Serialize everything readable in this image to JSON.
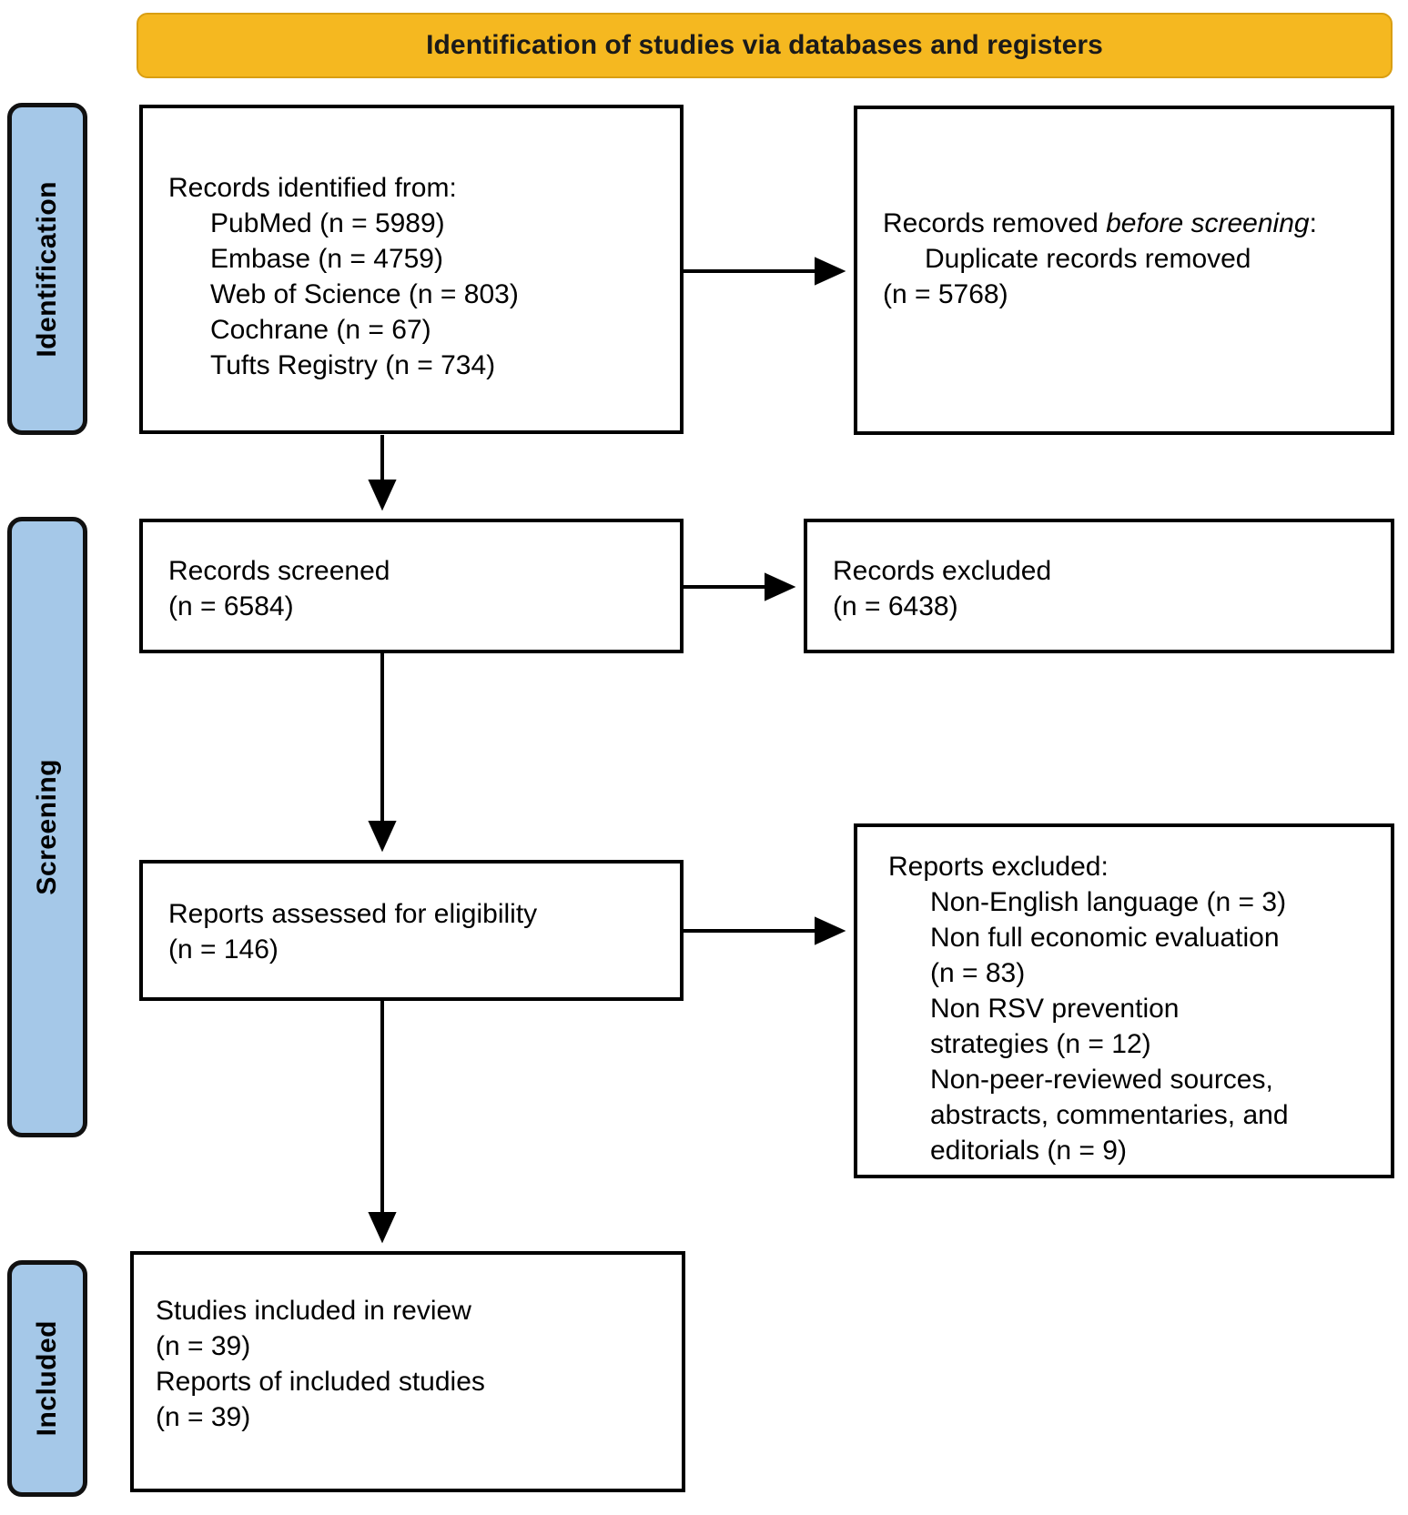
{
  "banner": {
    "title": "Identification of studies via databases and registers"
  },
  "stages": [
    {
      "id": "identification",
      "label": "Identification"
    },
    {
      "id": "screening",
      "label": "Screening"
    },
    {
      "id": "included",
      "label": "Included"
    }
  ],
  "boxes": {
    "identified": {
      "name": "records-identified-box",
      "lines": [
        {
          "text": "Records identified from:",
          "indent": false
        },
        {
          "text": "PubMed (n = 5989)",
          "indent": true
        },
        {
          "text": "Embase (n = 4759)",
          "indent": true
        },
        {
          "text": "Web of Science (n = 803)",
          "indent": true
        },
        {
          "text": "Cochrane (n = 67)",
          "indent": true
        },
        {
          "text": "Tufts Registry (n = 734)",
          "indent": true
        }
      ]
    },
    "removed": {
      "name": "records-removed-box",
      "lead_plain": "Records removed ",
      "lead_italic": "before screening",
      "lead_tail": ":",
      "lines": [
        {
          "text": "Duplicate records removed",
          "indent": true
        },
        {
          "text": "(n = 5768)",
          "indent": true
        }
      ]
    },
    "screened": {
      "name": "records-screened-box",
      "lines": [
        {
          "text": "Records screened",
          "indent": false
        },
        {
          "text": "(n = 6584)",
          "indent": false
        }
      ]
    },
    "excluded_records": {
      "name": "records-excluded-box",
      "lines": [
        {
          "text": "Records excluded",
          "indent": false
        },
        {
          "text": "(n = 6438)",
          "indent": false
        }
      ]
    },
    "eligibility": {
      "name": "reports-eligibility-box",
      "lines": [
        {
          "text": "Reports assessed for eligibility",
          "indent": false
        },
        {
          "text": "(n = 146)",
          "indent": false
        }
      ]
    },
    "excluded_reports": {
      "name": "reports-excluded-box",
      "lines": [
        {
          "text": "Reports excluded:",
          "indent": false
        },
        {
          "text": "Non-English language (n = 3)",
          "indent": true
        },
        {
          "text": "Non full economic evaluation",
          "indent": true
        },
        {
          "text": "(n = 83)",
          "indent": true
        },
        {
          "text": "Non RSV prevention",
          "indent": true
        },
        {
          "text": "strategies (n = 12)",
          "indent": true
        },
        {
          "text": "Non-peer-reviewed sources,",
          "indent": true
        },
        {
          "text": "abstracts, commentaries, and",
          "indent": true
        },
        {
          "text": "editorials (n = 9)",
          "indent": true
        }
      ]
    },
    "included": {
      "name": "studies-included-box",
      "lines": [
        {
          "text": "Studies included in review",
          "indent": false
        },
        {
          "text": "(n = 39)",
          "indent": false
        },
        {
          "text": "Reports of included studies",
          "indent": false
        },
        {
          "text": "(n = 39)",
          "indent": false
        }
      ]
    }
  },
  "counts": {
    "pubmed": 5989,
    "embase": 4759,
    "web_of_science": 803,
    "cochrane": 67,
    "tufts_registry": 734,
    "duplicates_removed": 5768,
    "records_screened": 6584,
    "records_excluded": 6438,
    "reports_assessed": 146,
    "excluded_non_english": 3,
    "excluded_non_full_economic": 83,
    "excluded_non_rsv": 12,
    "excluded_non_peer_reviewed": 9,
    "studies_included": 39,
    "reports_of_included_studies": 39
  },
  "colors": {
    "banner_fill": "#F5B820",
    "banner_border": "#D99E12",
    "stage_fill": "#A5C8E8",
    "stage_border": "#111111",
    "box_border": "#000000",
    "background": "#FFFFFF"
  },
  "arrows": [
    {
      "name": "identified-to-removed",
      "direction": "right"
    },
    {
      "name": "identified-to-screened",
      "direction": "down"
    },
    {
      "name": "screened-to-excluded-records",
      "direction": "right"
    },
    {
      "name": "screened-to-eligibility",
      "direction": "down"
    },
    {
      "name": "eligibility-to-excluded-reports",
      "direction": "right"
    },
    {
      "name": "eligibility-to-included",
      "direction": "down"
    }
  ]
}
